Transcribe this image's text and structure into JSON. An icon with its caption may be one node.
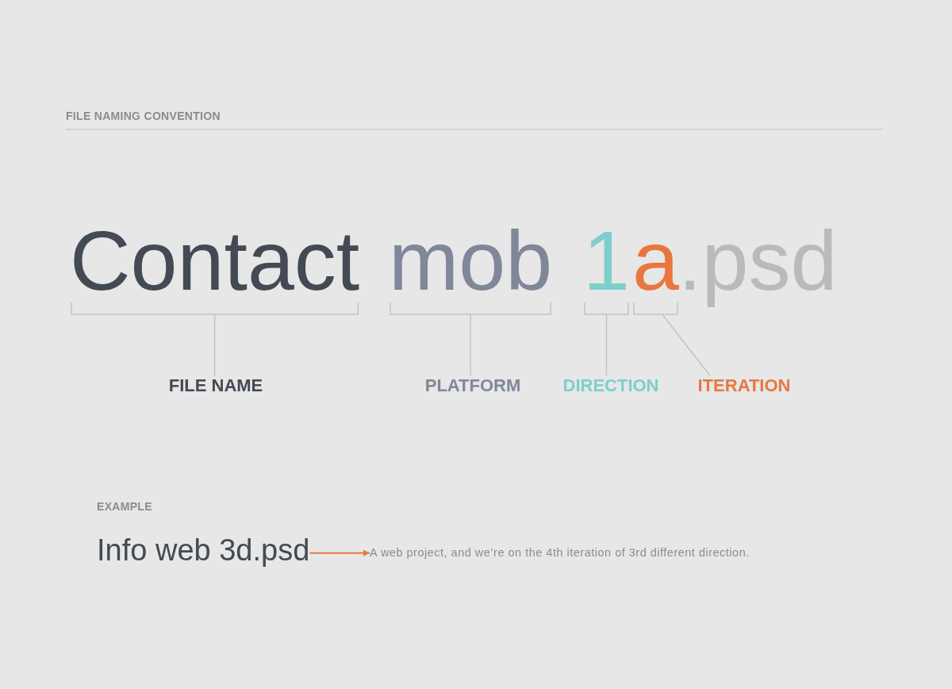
{
  "diagram": {
    "title": "FILE NAMING CONVENTION",
    "nodes": [
      {
        "text": [
          "Contact"
        ]
      },
      {
        "text": [
          "mob"
        ]
      },
      {
        "text": [
          "1"
        ]
      },
      {
        "text": [
          "a"
        ]
      },
      {
        "text": [
          "FILE NAME"
        ]
      },
      {
        "text": [
          "PLATFORM"
        ]
      },
      {
        "text": [
          "DIRECTION"
        ]
      },
      {
        "text": [
          "ITERATION"
        ]
      },
      {
        "text": [
          "Info web 3d.psd"
        ]
      },
      {
        "text": [
          "A web project, and we’re on the 4th iteration of 3rd different direction."
        ]
      }
    ],
    "edges": [
      {
        "from": 4,
        "to": 0,
        "arrow": "none"
      },
      {
        "from": 5,
        "to": 1,
        "arrow": "none"
      },
      {
        "from": 6,
        "to": 2,
        "arrow": "none"
      },
      {
        "from": 7,
        "to": 3,
        "arrow": "none"
      },
      {
        "from": 8,
        "to": 9,
        "arrow": "to",
        "color": "#e8773f"
      }
    ],
    "labels": [
      ".psd",
      "EXAMPLE"
    ]
  }
}
